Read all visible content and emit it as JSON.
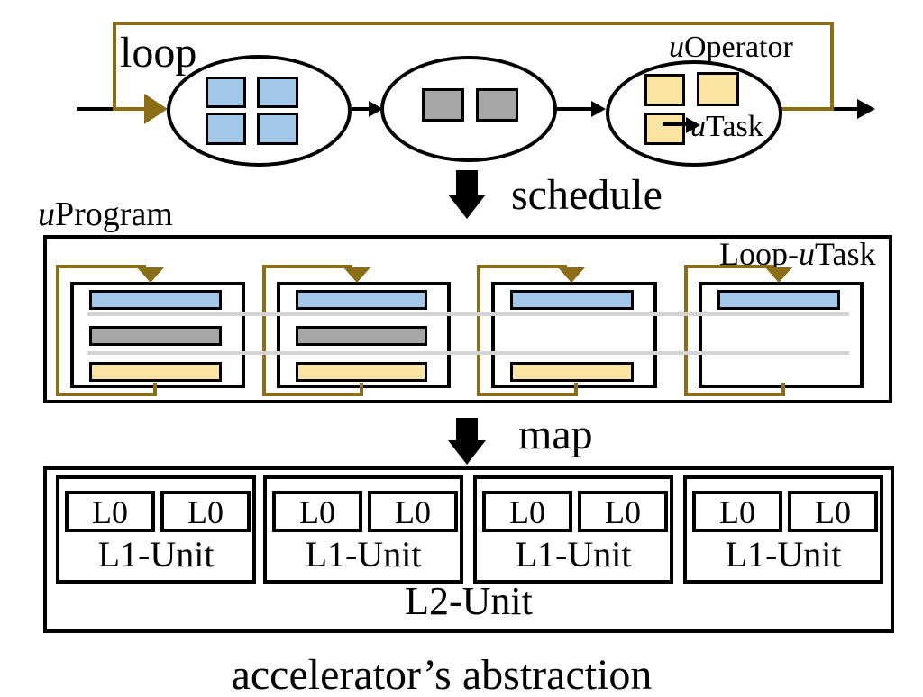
{
  "colors": {
    "blue": "#a3c7e8",
    "gray": "#a6a6a6",
    "yellow": "#fbe3a2",
    "olive": "#8a6d15",
    "connector": "#d4d4d4",
    "line": "#000000"
  },
  "top_flow": {
    "loop_label": "loop",
    "uoperator": {
      "u": "u",
      "rest": "Operator"
    },
    "utask": {
      "u": "u",
      "rest": "Task"
    },
    "stages": [
      {
        "ops": 4,
        "color": "blue"
      },
      {
        "ops": 2,
        "color": "gray"
      },
      {
        "ops": 3,
        "color": "yellow"
      }
    ]
  },
  "schedule": {
    "label": "schedule"
  },
  "uprogram": {
    "label": {
      "u": "u",
      "rest": "Program"
    },
    "loop_utask": {
      "prefix": "Loop-",
      "u": "u",
      "rest": "Task"
    },
    "tasks": [
      {
        "bars": {
          "blue": true,
          "gray": true,
          "yellow": true
        }
      },
      {
        "bars": {
          "blue": true,
          "gray": true,
          "yellow": true
        }
      },
      {
        "bars": {
          "blue": true,
          "gray": false,
          "yellow": true
        }
      },
      {
        "bars": {
          "blue": true,
          "gray": false,
          "yellow": false
        }
      }
    ]
  },
  "map": {
    "label": "map"
  },
  "accelerator": {
    "l2_label": "L2-Unit",
    "units": [
      {
        "label": "L1-Unit",
        "l0": [
          "L0",
          "L0"
        ]
      },
      {
        "label": "L1-Unit",
        "l0": [
          "L0",
          "L0"
        ]
      },
      {
        "label": "L1-Unit",
        "l0": [
          "L0",
          "L0"
        ]
      },
      {
        "label": "L1-Unit",
        "l0": [
          "L0",
          "L0"
        ]
      }
    ],
    "caption": "accelerator’s abstraction"
  }
}
